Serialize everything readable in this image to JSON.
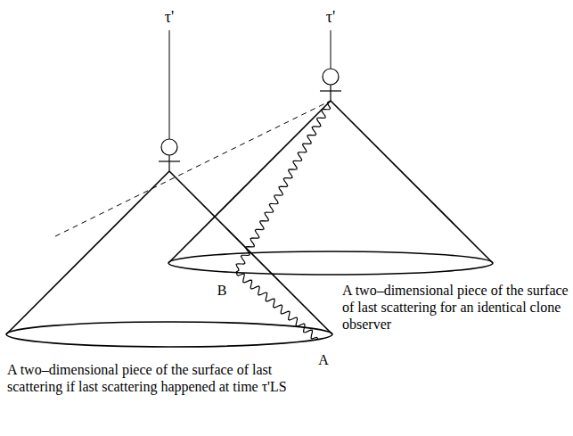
{
  "diagram": {
    "labels": [
      "τ'",
      "τ'",
      "B",
      "A",
      "A two–dimensional piece of the surface of last scattering for an identical clone observer",
      "A two–dimensional piece of the surface of last scattering if last scattering happened at time τ'LS"
    ]
  }
}
